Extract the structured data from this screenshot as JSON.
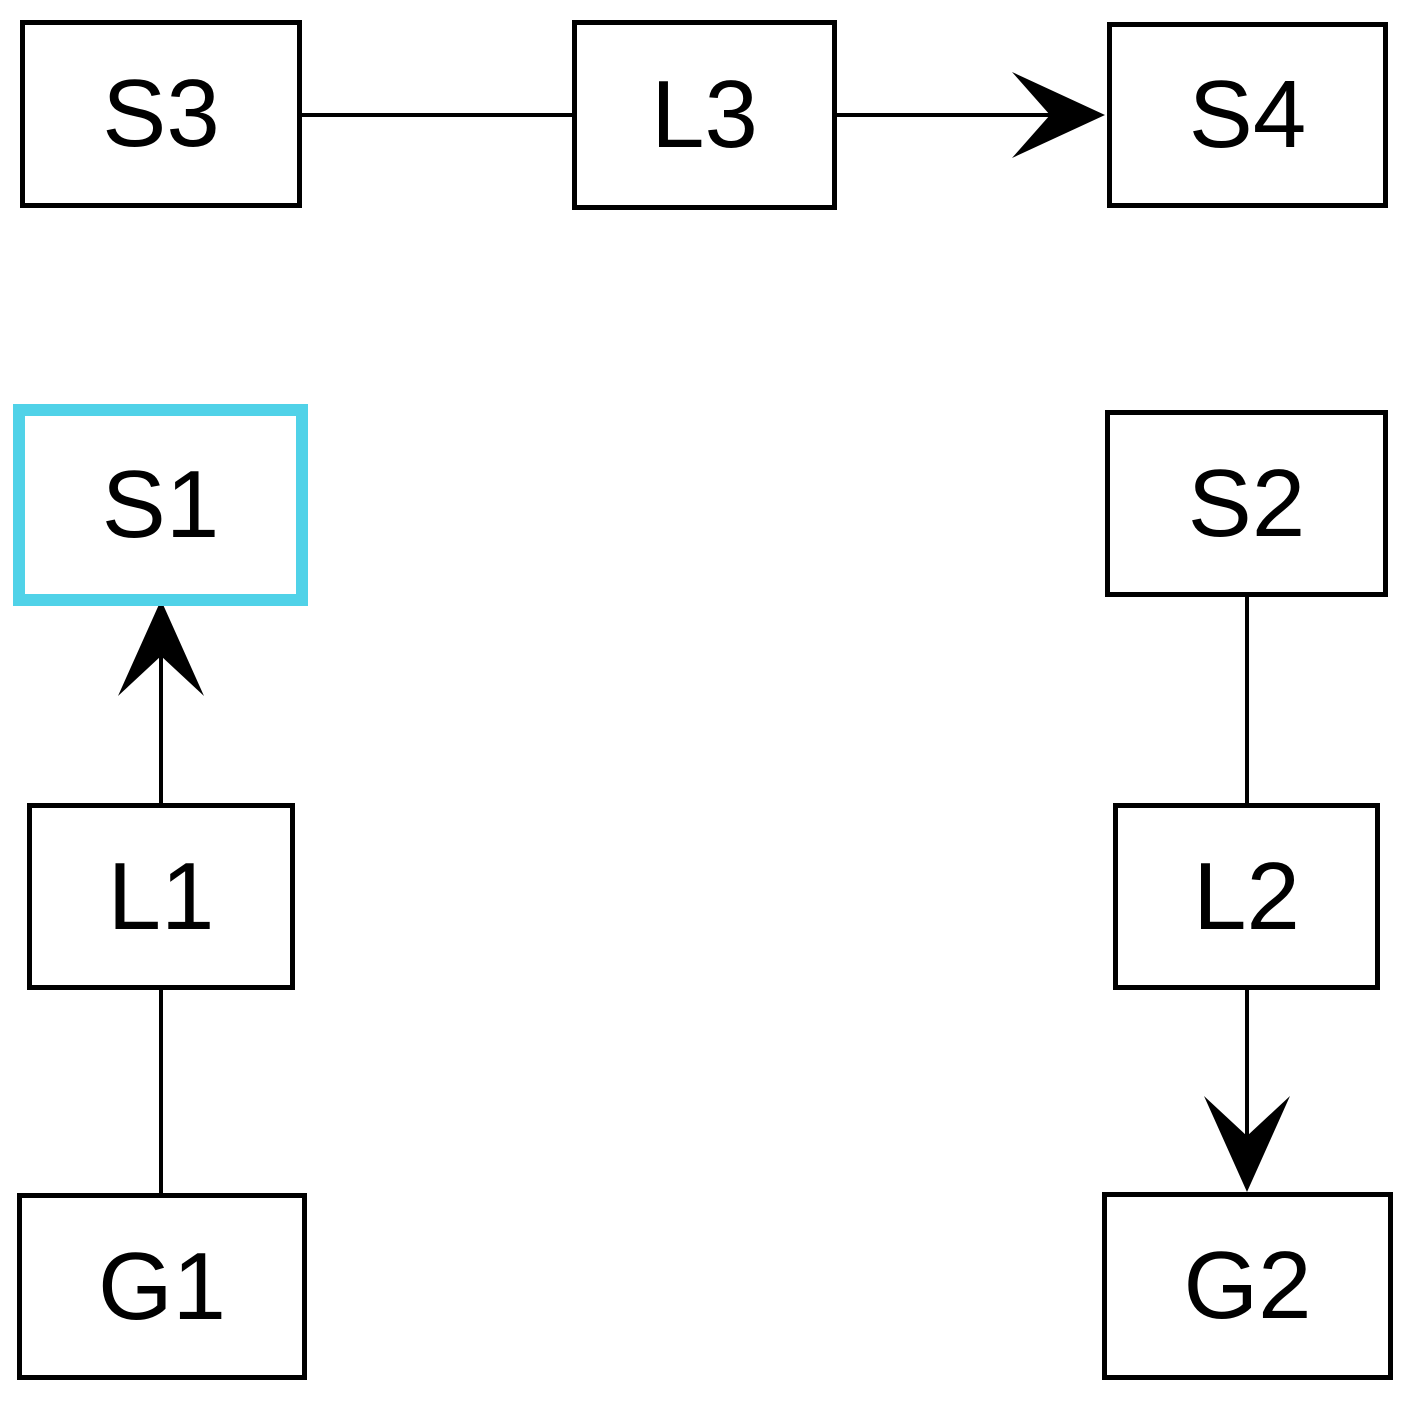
{
  "diagram": {
    "nodes": [
      {
        "id": "S3",
        "label": "S3",
        "highlighted": false
      },
      {
        "id": "L3",
        "label": "L3",
        "highlighted": false
      },
      {
        "id": "S4",
        "label": "S4",
        "highlighted": false
      },
      {
        "id": "S1",
        "label": "S1",
        "highlighted": true
      },
      {
        "id": "S2",
        "label": "S2",
        "highlighted": false
      },
      {
        "id": "L1",
        "label": "L1",
        "highlighted": false
      },
      {
        "id": "L2",
        "label": "L2",
        "highlighted": false
      },
      {
        "id": "G1",
        "label": "G1",
        "highlighted": false
      },
      {
        "id": "G2",
        "label": "G2",
        "highlighted": false
      }
    ],
    "edges": [
      {
        "from": "S3",
        "to": "L3",
        "directed": false
      },
      {
        "from": "L3",
        "to": "S4",
        "directed": true
      },
      {
        "from": "L1",
        "to": "S1",
        "directed": true
      },
      {
        "from": "L1",
        "to": "G1",
        "directed": false
      },
      {
        "from": "S2",
        "to": "L2",
        "directed": false
      },
      {
        "from": "L2",
        "to": "G2",
        "directed": true
      }
    ],
    "colors": {
      "highlight_border": "#50d2e8",
      "node_border": "#000000",
      "edge_stroke": "#000000",
      "text": "#000000",
      "background": "#ffffff"
    }
  }
}
